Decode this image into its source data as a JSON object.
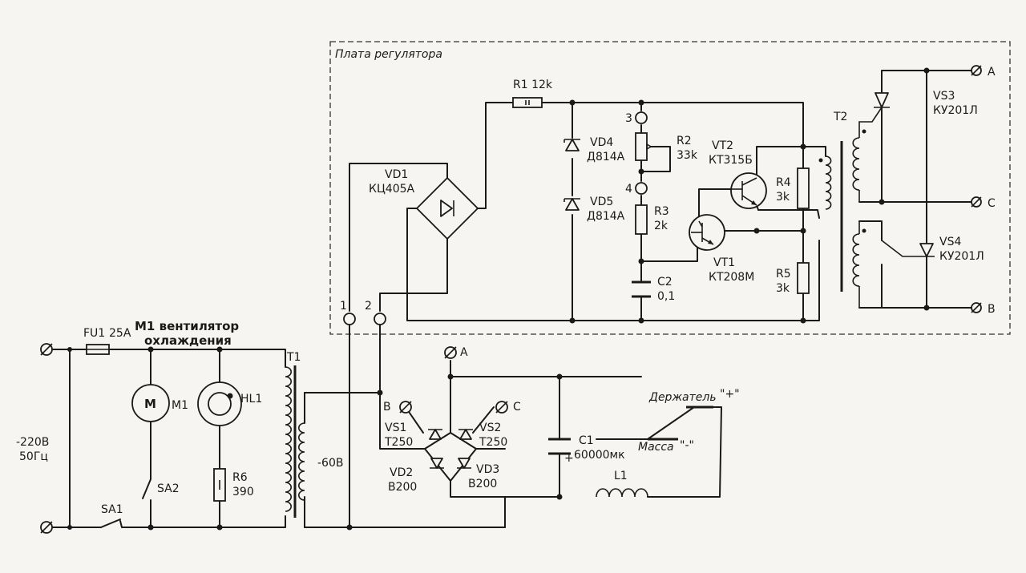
{
  "board_title": "Плата регулятора",
  "mains": {
    "voltage": "-220В",
    "freq": "50Гц"
  },
  "fuse": {
    "ref": "FU1",
    "rating": "25А"
  },
  "fan": {
    "title": "М1 вентилятор",
    "title2": "охлаждения",
    "ref": "М1",
    "symbol": "М"
  },
  "switches": {
    "sa1": "SA1",
    "sa2": "SA2"
  },
  "lamp": {
    "ref": "HL1"
  },
  "r6": {
    "ref": "R6",
    "value": "390"
  },
  "t1": {
    "ref": "T1",
    "secondary": "-60В"
  },
  "terminals": {
    "t1": "1",
    "t2": "2",
    "a": "А",
    "b": "В",
    "c": "С"
  },
  "vd1": {
    "ref": "VD1",
    "type": "КЦ405А"
  },
  "r1": {
    "label": "R1 12k"
  },
  "vd4": {
    "ref": "VD4",
    "type": "Д814А"
  },
  "vd5": {
    "ref": "VD5",
    "type": "Д814А"
  },
  "r2": {
    "ref": "R2",
    "value": "33k"
  },
  "r3": {
    "ref": "R3",
    "value": "2k"
  },
  "c2": {
    "ref": "C2",
    "value": "0,1"
  },
  "pins": {
    "p3": "3",
    "p4": "4"
  },
  "vt2": {
    "ref": "VT2",
    "type": "КТ315Б"
  },
  "vt1": {
    "ref": "VT1",
    "type": "КТ208М"
  },
  "r4": {
    "ref": "R4",
    "value": "3k"
  },
  "r5": {
    "ref": "R5",
    "value": "3k"
  },
  "t2": {
    "ref": "T2"
  },
  "vs3": {
    "ref": "VS3",
    "type": "КУ201Л"
  },
  "vs4": {
    "ref": "VS4",
    "type": "КУ201Л"
  },
  "vs1": {
    "ref": "VS1",
    "type": "Т250"
  },
  "vs2": {
    "ref": "VS2",
    "type": "Т250"
  },
  "vd2": {
    "ref": "VD2",
    "type": "В200"
  },
  "vd3": {
    "ref": "VD3",
    "type": "В200"
  },
  "c1": {
    "ref": "C1",
    "value": "60000мк",
    "plus": "+"
  },
  "l1": {
    "ref": "L1"
  },
  "output": {
    "holder": "Держатель",
    "holder_pol": "\"+\"",
    "mass": "Масса",
    "mass_pol": "\"-\""
  }
}
